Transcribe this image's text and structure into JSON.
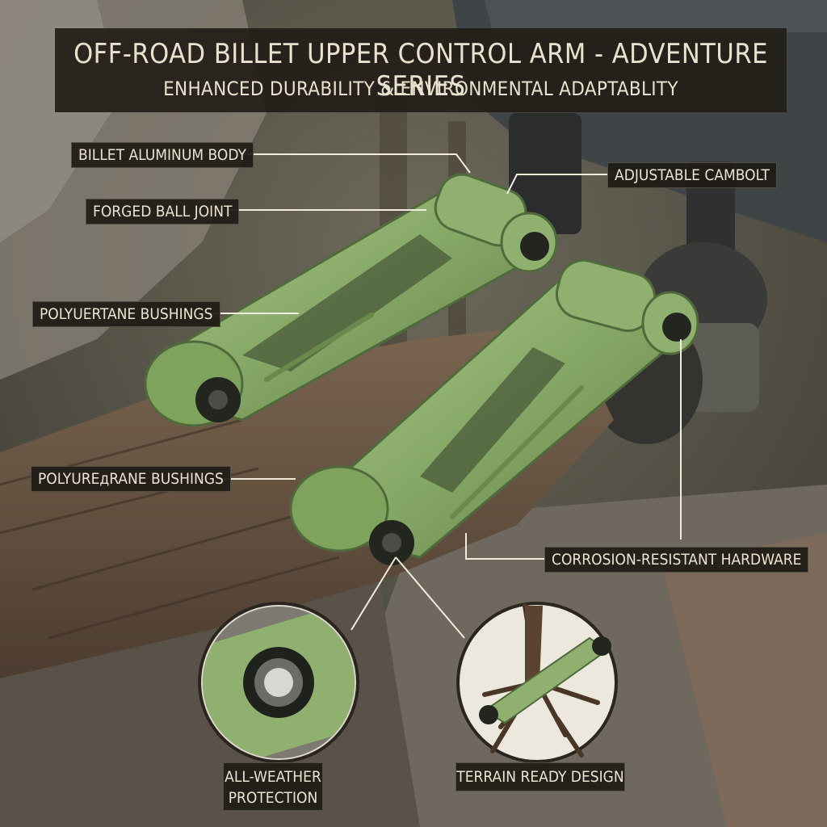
{
  "header": {
    "title": "OFF-ROAD BILLET UPPER CONTROL ARM - ADVENTURE SERIES",
    "subtitle": "ENHANCED DURABILITY & ENVIRONMENTAL ADAPTABLITY"
  },
  "callouts": {
    "billet_body": "BILLET ALUMINUM BODY",
    "forged_ball_joint": "FORGED BALL JOINT",
    "bushings_1": "POLYUERTANE BUSHINGS",
    "bushings_2": "POLYUREдRANE BUSHINGS",
    "cambolt": "ADJUSTABLE CAMBOLT",
    "hardware": "CORROSION-RESISTANT HARDWARE"
  },
  "insets": {
    "weather_line1": "ALL-WEATHER",
    "weather_line2": "PROTECTION",
    "terrain": "TERRAIN READY DESIGN"
  },
  "colors": {
    "arm_green": "#8fb06e",
    "arm_dark": "#5d7a45",
    "label_bg": "#201c16",
    "label_text": "#ebe4d1",
    "log": "#6b5846",
    "rock": "#7a746a"
  }
}
